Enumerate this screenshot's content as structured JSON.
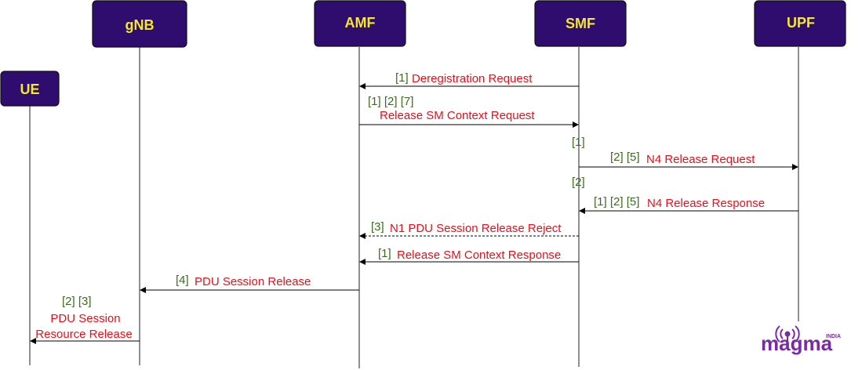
{
  "actors": {
    "ue": "UE",
    "gnb": "gNB",
    "amf": "AMF",
    "smf": "SMF",
    "upf": "UPF"
  },
  "messages": {
    "m1": {
      "refs": "[1]",
      "text": "Deregistration Request"
    },
    "m2": {
      "refs": "[1] [2] [7]",
      "text": "Release SM Context Request"
    },
    "note1": {
      "refs": "[1]"
    },
    "m3": {
      "refs": "[2] [5]",
      "text": "N4 Release Request"
    },
    "note2": {
      "refs": "[2]"
    },
    "m4": {
      "refs": "[1] [2] [5]",
      "text": "N4 Release Response"
    },
    "m5": {
      "refs": "[3]",
      "text": "N1 PDU Session Release Reject"
    },
    "m6": {
      "refs": "[1]",
      "text": "Release SM Context Response"
    },
    "m7": {
      "refs": "[4]",
      "text": "PDU Session Release"
    },
    "m8": {
      "refs": "[2] [3]",
      "text_line1": "PDU Session",
      "text_line2": "Resource Release"
    }
  },
  "logo": {
    "word": "magma",
    "sub": "INDIA",
    "icon": "antenna-icon"
  },
  "colors": {
    "actor_fill": "#2e0d6e",
    "actor_text": "#f5e82a",
    "message_text": "#e8101a",
    "ref_text": "#3a6e1c",
    "logo": "#7a2aa4"
  }
}
